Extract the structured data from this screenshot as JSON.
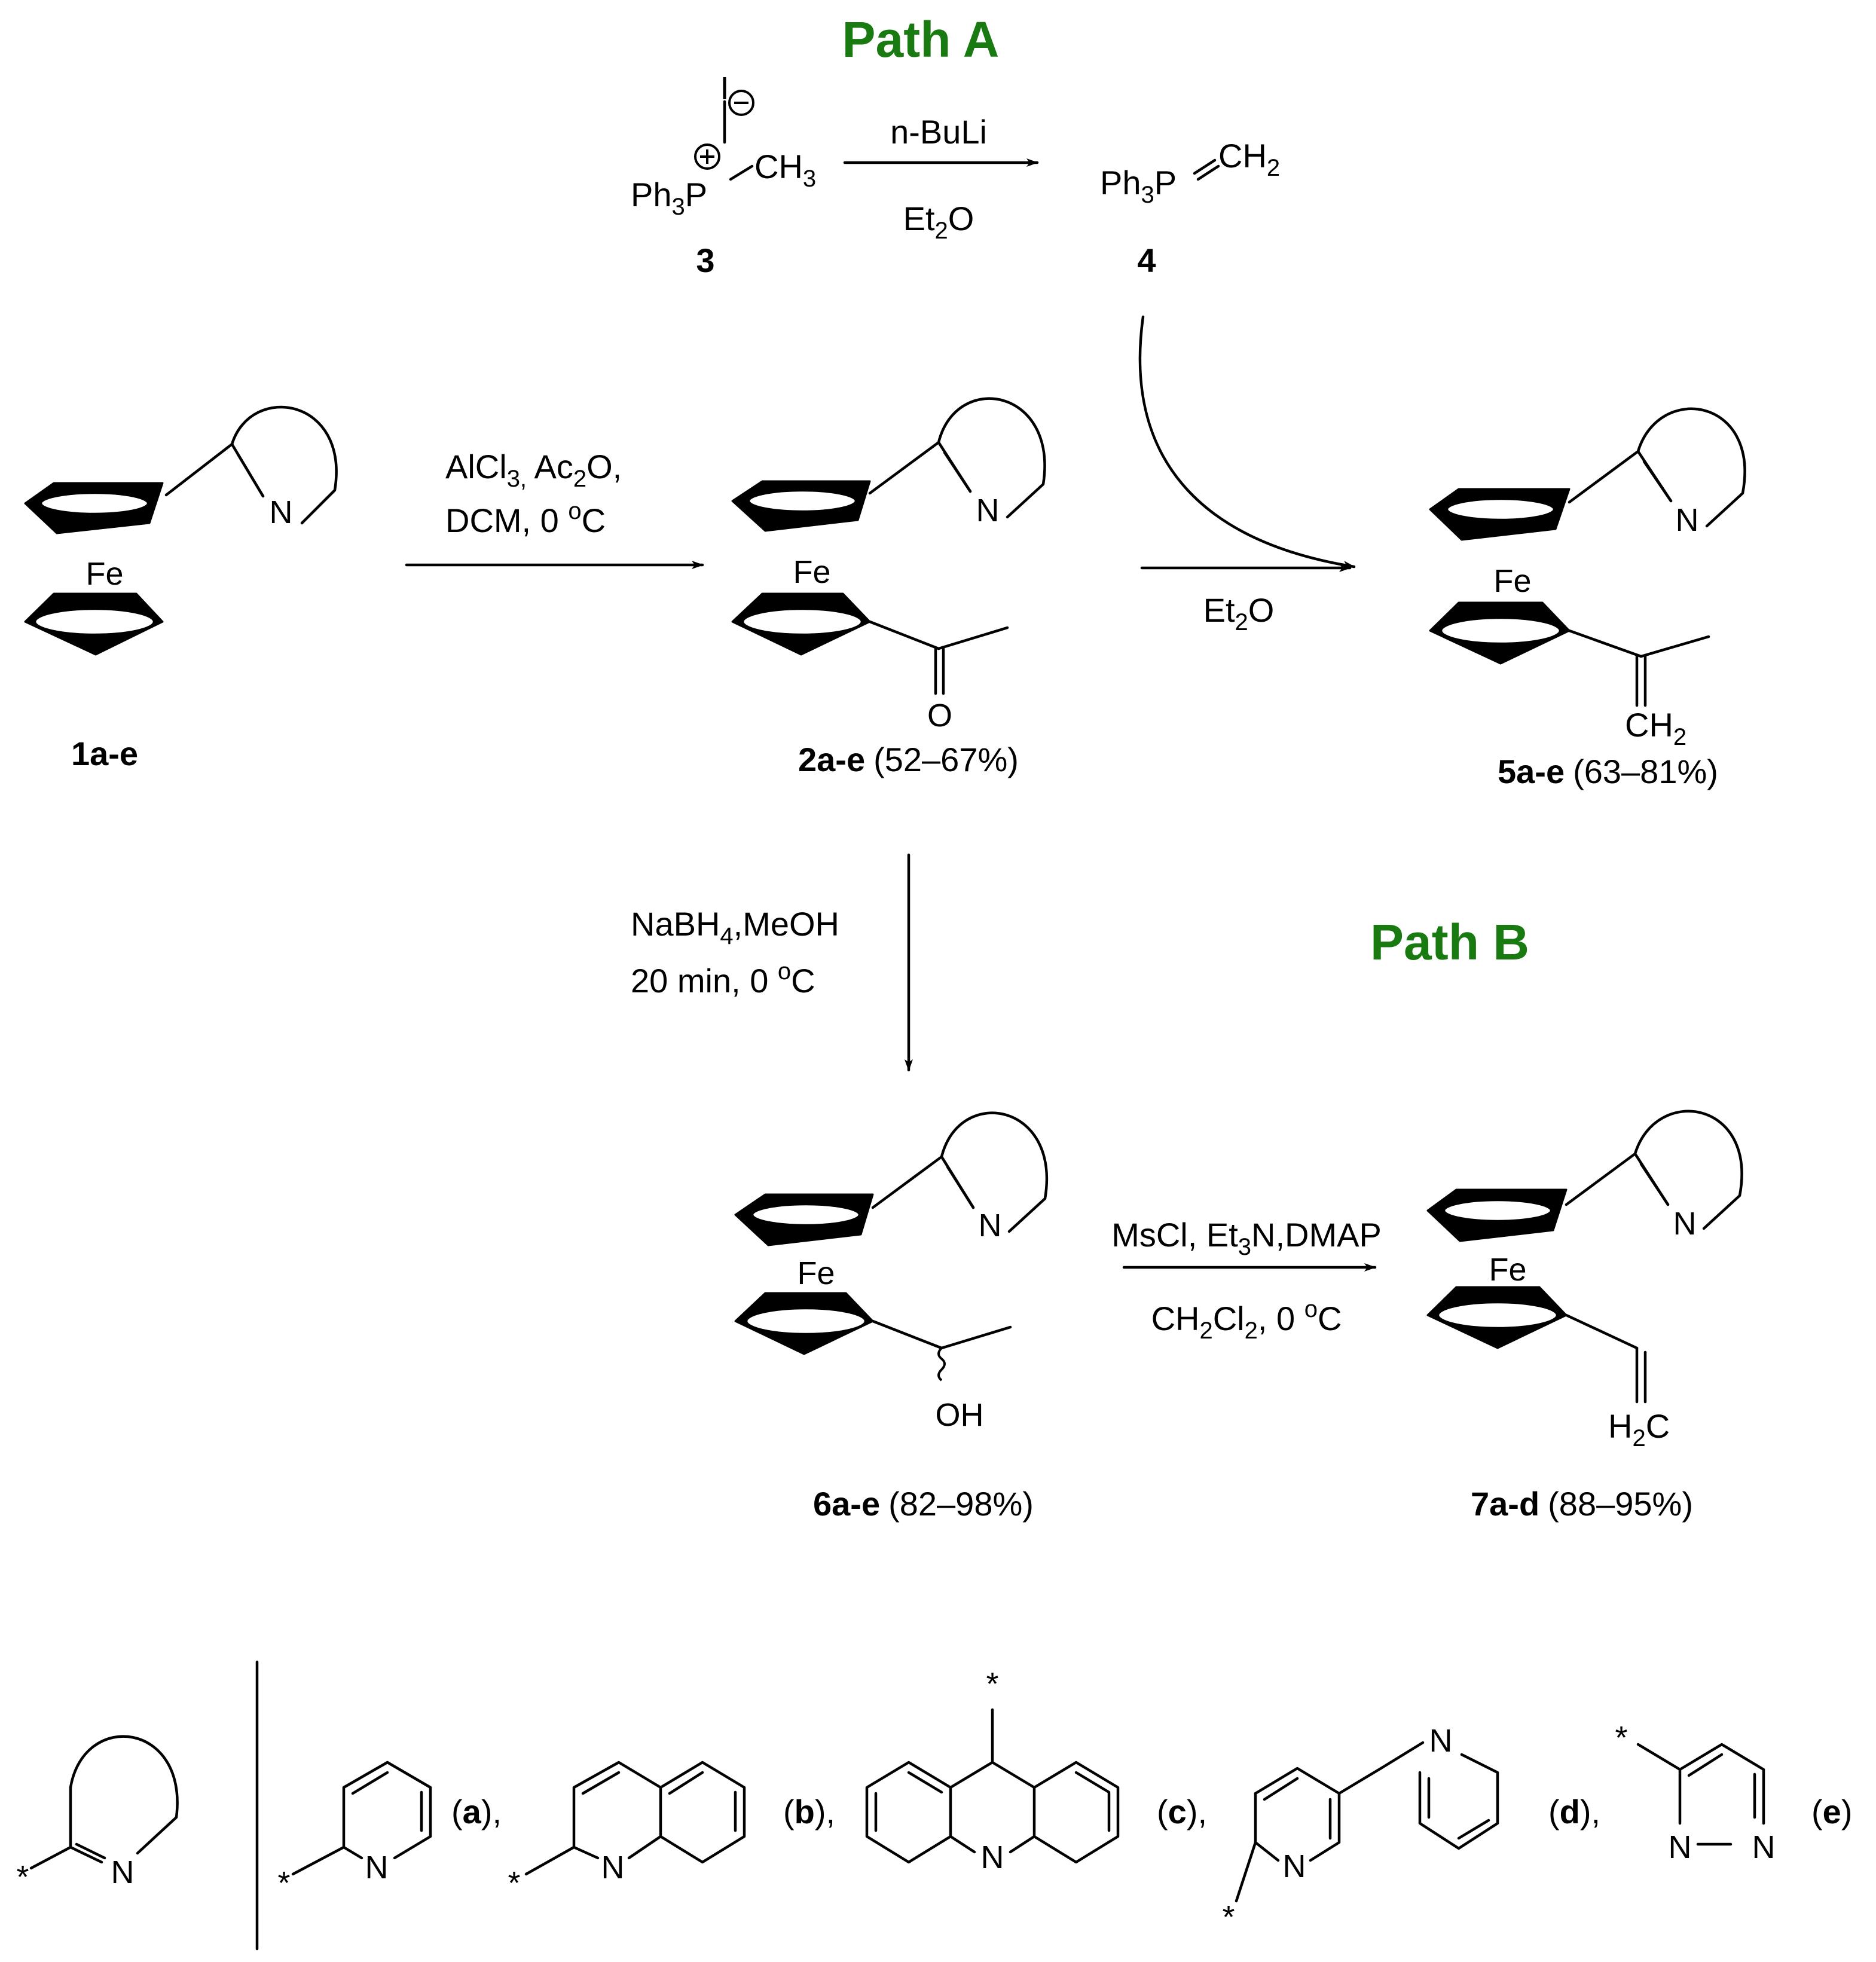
{
  "paths": {
    "a_title": "Path A",
    "b_title": "Path B",
    "color": "#1a7a12"
  },
  "ylide_step": {
    "reagent_top": "n-BuLi",
    "solvent_bottom_pre": "Et",
    "solvent_bottom_sub": "2",
    "solvent_bottom_post": "O",
    "cmpd3_label": "3",
    "cmpd4_label": "4",
    "ph3": "Ph",
    "ph3_sub": "3",
    "P": "P",
    "ch3": "CH",
    "ch3_sub": "3",
    "iodide": "I",
    "ch2": "CH",
    "ch2_sub": "2"
  },
  "acylation_step": {
    "line1_a": "AlCl",
    "line1_a_sub": "3,",
    "line1_b": " Ac",
    "line1_b_sub": "2",
    "line1_c": "O,",
    "line2": "DCM, 0 ",
    "line2_sup": "o",
    "line2_end": "C"
  },
  "wittig_step": {
    "solvent_pre": "Et",
    "solvent_sub": "2",
    "solvent_post": "O"
  },
  "reduction_step": {
    "line1_a": "NaBH",
    "line1_sub": "4",
    "line1_b": ",MeOH",
    "line2": "20 min, 0 ",
    "line2_sup": "o",
    "line2_end": "C"
  },
  "elimination_step": {
    "line1_a": "MsCl, Et",
    "line1_sub": "3",
    "line1_b": "N,DMAP",
    "line2_a": "CH",
    "line2_sub1": "2",
    "line2_b": "Cl",
    "line2_sub2": "2",
    "line2_c": ", 0 ",
    "line2_sup": "o",
    "line2_end": "C"
  },
  "atoms": {
    "fe": "Fe",
    "n": "N",
    "o": "O",
    "oh": "OH",
    "ch2": "CH",
    "ch2_sub": "2",
    "h2c_h": "H",
    "h2c_sub": "2",
    "h2c_c": "C",
    "star": "*"
  },
  "compounds": {
    "c1": {
      "id": "1a-e",
      "yield": ""
    },
    "c2": {
      "id": "2a-e",
      "yield": "(52–67%)"
    },
    "c5": {
      "id": "5a-e",
      "yield": "(63–81%)"
    },
    "c6": {
      "id": "6a-e",
      "yield": "(82–98%)"
    },
    "c7": {
      "id": "7a-d",
      "yield": "(88–95%)"
    }
  },
  "substituents": {
    "a": {
      "open": "(",
      "letter": "a",
      "close": "),"
    },
    "b": {
      "open": "(",
      "letter": "b",
      "close": "),"
    },
    "c": {
      "open": "(",
      "letter": "c",
      "close": "),"
    },
    "d": {
      "open": "(",
      "letter": "d",
      "close": "),"
    },
    "e": {
      "open": "(",
      "letter": "e",
      "close": ")"
    }
  }
}
